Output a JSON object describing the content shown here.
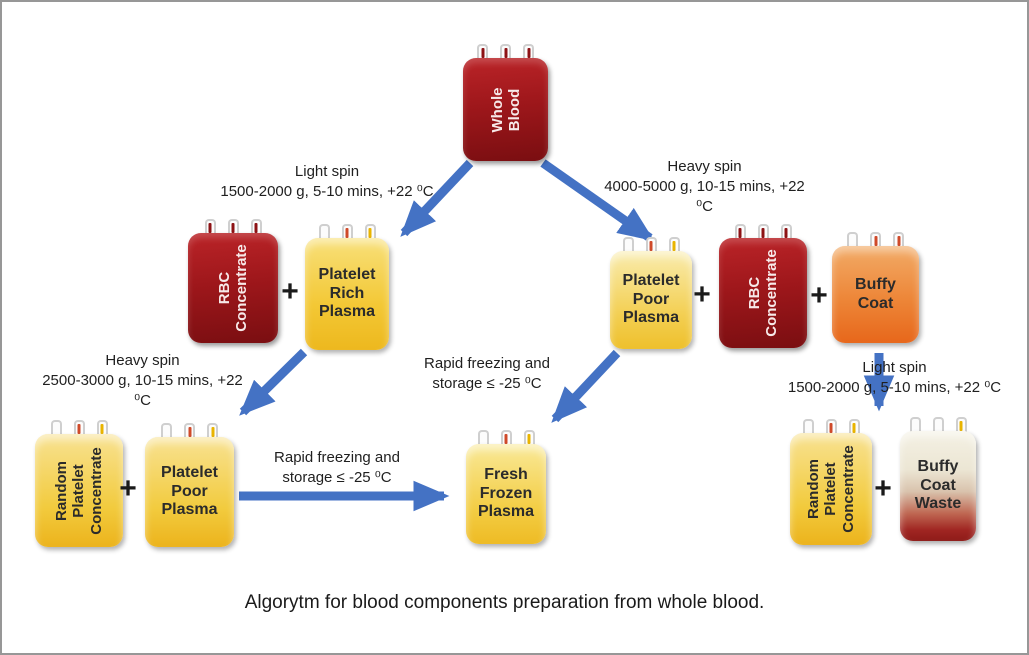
{
  "diagram": {
    "caption": "Algorytm for blood components preparation from whole blood.",
    "plus": "+"
  },
  "colors": {
    "arrow_blue": "#4472C4",
    "rbc_red": "#9E171B",
    "plasma_gold": "#F2C835",
    "plasma_pale_yellow": "#F3CF52",
    "buffy_orange": "#ED8638",
    "waste_red": "#8E1B18",
    "text_dark": "#1F1F1F"
  },
  "bags": [
    {
      "id": "whole-blood",
      "label": "Whole Blood"
    },
    {
      "id": "rbc-concentrate-left",
      "label": "RBC Concentrate"
    },
    {
      "id": "platelet-rich-plasma",
      "label": "Platelet Rich Plasma"
    },
    {
      "id": "platelet-poor-plasma-right",
      "label": "Platelet Poor Plasma"
    },
    {
      "id": "rbc-concentrate-right",
      "label": "RBC Concentrate"
    },
    {
      "id": "buffy-coat",
      "label": "Buffy Coat"
    },
    {
      "id": "random-platelet-concentrate-left",
      "label": "Random Platelet Concentrate"
    },
    {
      "id": "platelet-poor-plasma-bottom",
      "label": "Platelet Poor Plasma"
    },
    {
      "id": "fresh-frozen-plasma",
      "label": "Fresh Frozen Plasma"
    },
    {
      "id": "random-platelet-concentrate-right",
      "label": "Random Platelet Concentrate"
    },
    {
      "id": "buffy-coat-waste",
      "label": "Buffy Coat Waste"
    }
  ],
  "annotations": [
    {
      "id": "light-spin-top-left",
      "title": "Light spin",
      "detail": "1500-2000 g, 5-10 mins, +22 ⁰C"
    },
    {
      "id": "heavy-spin-top-right",
      "title": "Heavy spin",
      "detail": "4000-5000 g, 10-15 mins, +22 ⁰C"
    },
    {
      "id": "heavy-spin-left",
      "title": "Heavy spin",
      "detail": "2500-3000 g, 10-15 mins, +22 ⁰C"
    },
    {
      "id": "rapid-freezing-upper",
      "title": "Rapid freezing and",
      "detail": "storage ≤ -25 ⁰C"
    },
    {
      "id": "rapid-freezing-lower",
      "title": "Rapid freezing and",
      "detail": "storage ≤ -25 ⁰C"
    },
    {
      "id": "light-spin-right",
      "title": "Light spin",
      "detail": "1500-2000 g, 5-10 mins, +22 ⁰C"
    }
  ]
}
